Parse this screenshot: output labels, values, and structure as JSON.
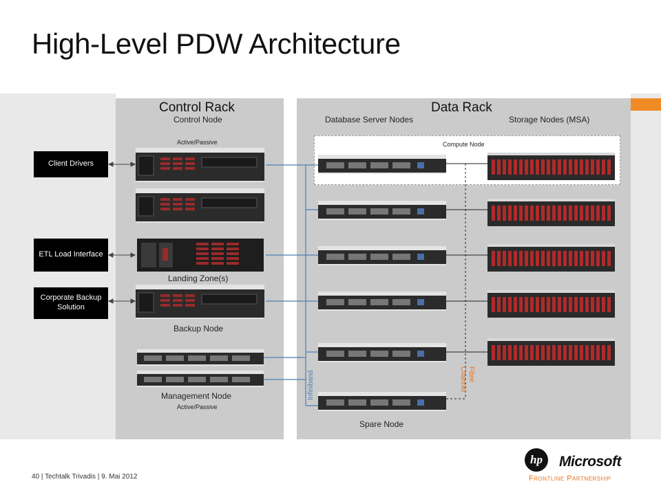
{
  "title": "High-Level PDW Architecture",
  "control_rack": {
    "title": "Control Rack",
    "control_node_label": "Control Node",
    "active_passive_top": "Active/Passive",
    "landing_zone_label": "Landing Zone(s)",
    "backup_node_label": "Backup Node",
    "management_node_label": "Management Node",
    "active_passive_bottom": "Active/Passive"
  },
  "data_rack": {
    "title": "Data Rack",
    "db_nodes_label": "Database Server Nodes",
    "storage_nodes_label": "Storage Nodes (MSA)",
    "compute_node_label": "Compute Node",
    "spare_node_label": "Spare Node",
    "infiniband_label": "Infiniband",
    "fibre_channel_label": "Fibre Channel"
  },
  "external": {
    "client_drivers": "Client Drivers",
    "etl_load": "ETL Load Interface",
    "corporate_backup": "Corporate Backup Solution"
  },
  "footer": "40 | Techtalk Trivadis | 9. Mai 2012",
  "logos": {
    "hp": "hp",
    "microsoft": "Microsoft",
    "partnership": "Frontline Partnership"
  },
  "colors": {
    "accent_orange": "#f08a24",
    "infiniband_blue": "#4a7fb5",
    "fibre_orange": "#e6731d",
    "rack_gray": "#cbcbcb"
  }
}
